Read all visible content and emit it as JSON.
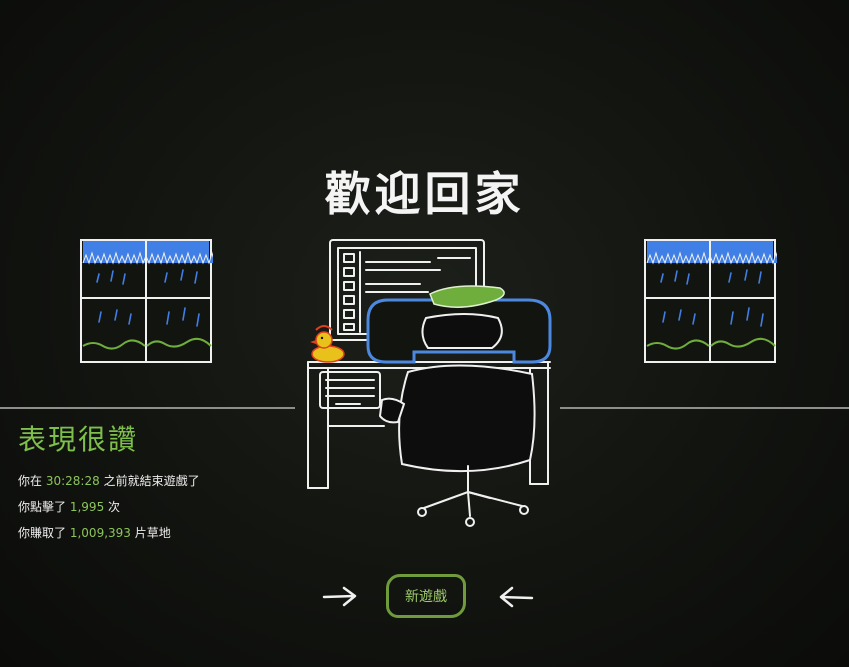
{
  "title": "歡迎回家",
  "stats": {
    "heading": "表現很讚",
    "line1": {
      "prefix": "你在",
      "value": "30:28:28",
      "suffix": "之前就結束遊戲了"
    },
    "line2": {
      "prefix": "你點擊了",
      "value": "1,995",
      "suffix": "次"
    },
    "line3": {
      "prefix": "你賺取了",
      "value": "1,009,393",
      "suffix": "片草地"
    }
  },
  "new_game_label": "新遊戲",
  "icons": {
    "window": "rainy-window-icon",
    "desk": "desk-computer-chair-icon",
    "duck": "rubber-duck-icon",
    "arrow_right": "arrow-right-icon",
    "arrow_left": "arrow-left-icon"
  },
  "colors": {
    "background": "#121410",
    "accent_green": "#7dbf4a",
    "sky_blue": "#3f7fe6",
    "chair_blue": "#4c88e0",
    "duck_yellow": "#e8c21a",
    "duck_red": "#e0401c"
  }
}
